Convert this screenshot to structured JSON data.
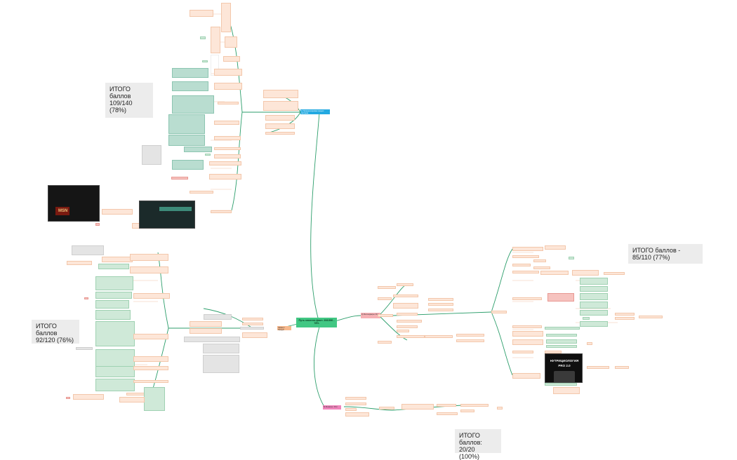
{
  "scores": {
    "top_left": "ИТОГО баллов 109/140 (78%)",
    "right": "ИТОГО баллов - 85/110 (77%)",
    "left": "ИТОГО баллов 92/120 (76%)",
    "bottom": "ИТОГО баллов: 20/20 (100%)"
  },
  "central": {
    "label": "Путь клиента факт: 206/390 - 78%"
  },
  "branches": {
    "top": "1) Проанализирован процесс прогрева",
    "right": "2) Мессенджеры / Бот",
    "left": "Оффер / Продукт",
    "bottom": "5) Финансы / Итог"
  },
  "images": {
    "poster_text": "НУТРИЦИОЛОГИЯ PRO 2.0",
    "screenshot_text": "MSN"
  },
  "colors": {
    "line": "#2c9e6b",
    "central": "#41c783",
    "top_branch": "#23a9e1",
    "right_branch": "#f29aa0",
    "left_branch": "#f2a36a",
    "bottom_branch": "#e56aa8"
  }
}
